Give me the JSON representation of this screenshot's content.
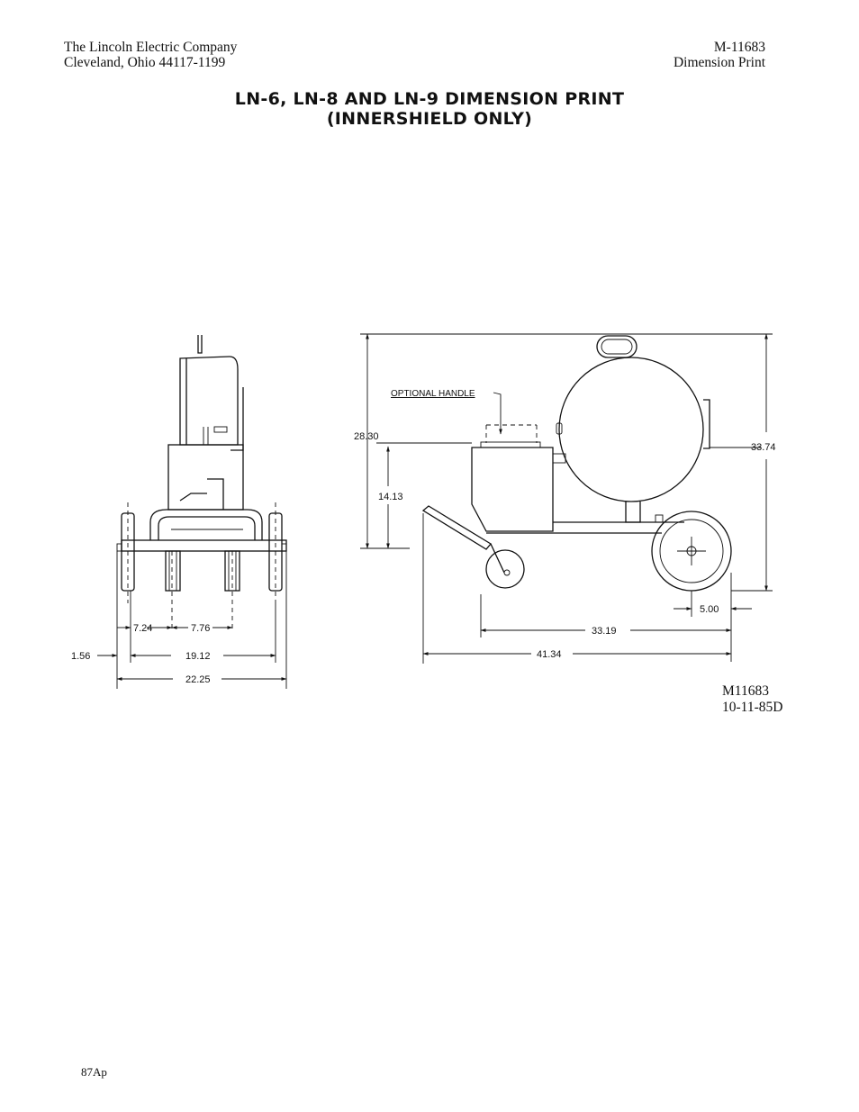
{
  "header": {
    "company": "The Lincoln Electric Company",
    "address": "Cleveland, Ohio 44117-1199",
    "doc_number": "M-11683",
    "doc_type": "Dimension Print"
  },
  "title": {
    "line1": "LN-6, LN-8 AND LN-9 DIMENSION PRINT",
    "line2": "(INNERSHIELD ONLY)"
  },
  "front_view": {
    "dim_left_offset": "1.56",
    "dim_left_half": "7.24",
    "dim_right_half": "7.76",
    "dim_axle": "19.12",
    "dim_overall_width": "22.25"
  },
  "side_view": {
    "optional_handle": "OPTIONAL HANDLE",
    "dim_handle_height": "28.30",
    "dim_deck_height": "14.13",
    "dim_overall_height": "33.74",
    "dim_wheel_offset": "5.00",
    "dim_wheelbase": "33.19",
    "dim_overall_length": "41.34"
  },
  "reference": {
    "print_id": "M11683",
    "date": "10-11-85D"
  },
  "footer": {
    "code": "87Ap"
  }
}
